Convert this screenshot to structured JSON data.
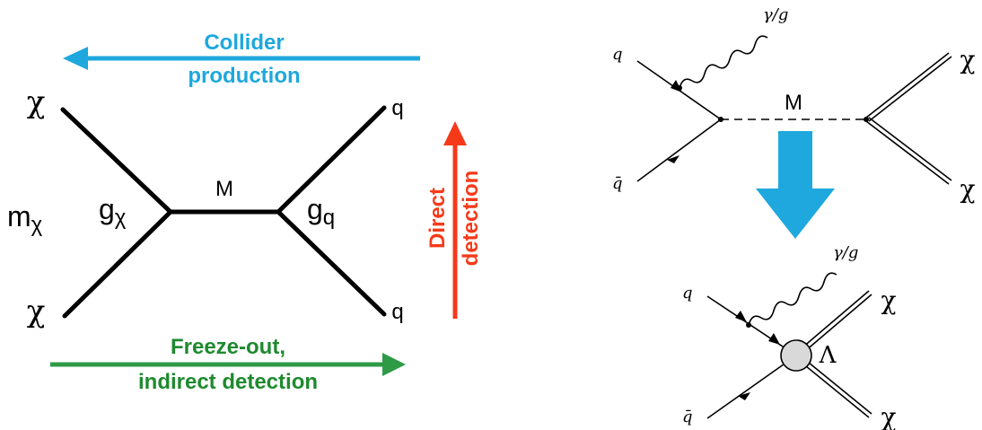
{
  "left_diagram": {
    "collider_label_line1": "Collider",
    "collider_label_line2": "production",
    "direct_label_line1": "Direct",
    "direct_label_line2": "detection",
    "freeze_label_line1": "Freeze-out,",
    "freeze_label_line2": "indirect detection",
    "chi_top_left": "χ",
    "chi_bottom_left": "χ",
    "q_top_right": "q",
    "q_bottom_right": "q",
    "m_chi_base": "m",
    "m_chi_sub": "χ",
    "g_chi_base": "g",
    "g_chi_sub": "χ",
    "g_q_base": "g",
    "g_q_sub": "q",
    "mediator": "M"
  },
  "top_right_diagram": {
    "q_label": "q",
    "qbar_label": "q̄",
    "boson_label": "γ/g",
    "mediator": "M",
    "chi_top": "χ",
    "chi_bottom": "χ"
  },
  "bottom_right_diagram": {
    "q_label": "q",
    "qbar_label": "q̄",
    "boson_label": "γ/g",
    "scale_label": "Λ",
    "chi_top": "χ",
    "chi_bottom": "χ"
  },
  "colors": {
    "collider_arrow": "#1ea8dd",
    "direct_arrow": "#f53a1a",
    "freeze_arrow": "#2e9a46",
    "freeze_text": "#1e8a2e",
    "big_down_arrow": "#1ea8dd",
    "vertex_fill": "#d9d9d9",
    "lines": "#000000"
  }
}
